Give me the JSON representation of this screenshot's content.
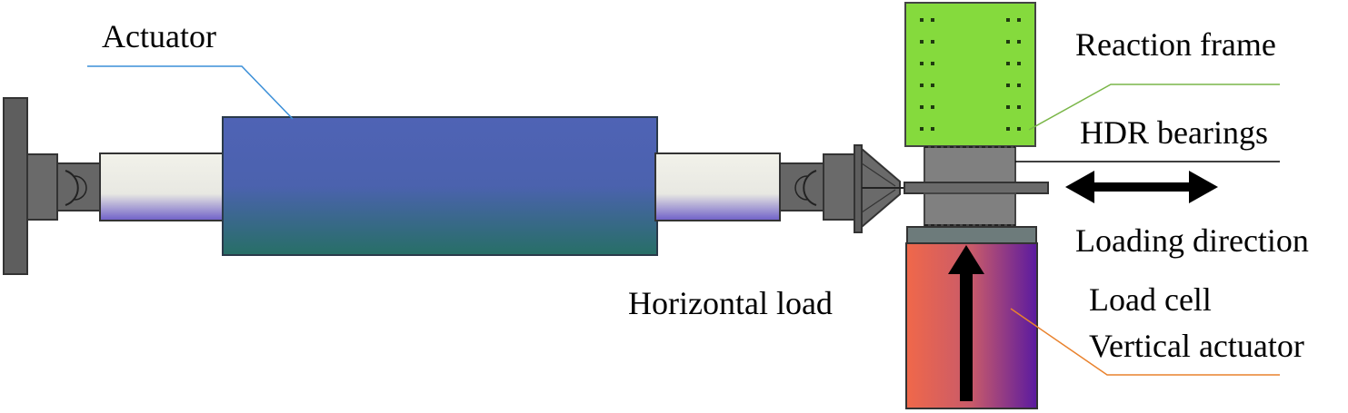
{
  "labels": {
    "actuator": "Actuator",
    "reaction_frame": "Reaction frame",
    "hdr_bearings": "HDR bearings",
    "loading_direction": "Loading direction",
    "horizontal_load": "Horizontal load",
    "load_cell": "Load cell",
    "vertical_actuator": "Vertical actuator"
  },
  "colors": {
    "actuator_top": "#4F63B5",
    "actuator_bottom": "#276F66",
    "reaction_frame": "#85DA3D",
    "bearing_gray": "#808080",
    "steel_gray": "#5E5E5E",
    "vertical_actuator_left": "#F0684A",
    "vertical_actuator_right": "#5A1AA0",
    "actuator_leader": "#3B8FD8",
    "reaction_frame_leader": "#7AB648",
    "vertical_actuator_leader": "#E9822D"
  },
  "icons": {
    "loading_direction": "double-headed-arrow-icon",
    "vertical_load": "up-arrow-icon"
  }
}
